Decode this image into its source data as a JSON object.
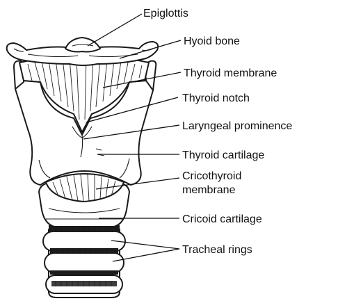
{
  "labels": {
    "epiglottis": "Epiglottis",
    "hyoid_bone": "Hyoid bone",
    "thyroid_membrane": "Thyroid membrane",
    "thyroid_notch": "Thyroid notch",
    "laryngeal_prominence": "Laryngeal prominence",
    "thyroid_cartilage": "Thyroid cartilage",
    "cricothyroid_line1": "Cricothyroid",
    "cricothyroid_line2": "membrane",
    "cricoid_cartilage": "Cricoid cartilage",
    "tracheal_rings": "Tracheal rings"
  },
  "colors": {
    "ink": "#111111",
    "background": "#ffffff"
  }
}
